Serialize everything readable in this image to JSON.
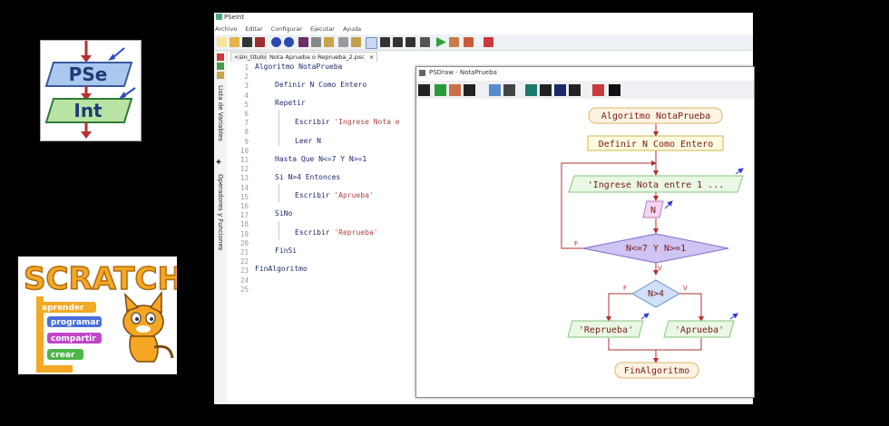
{
  "logos": {
    "pseint": {
      "line1": "PSe",
      "line2": "Int"
    },
    "scratch": {
      "title": "SCRATCH",
      "items": [
        "aprender",
        "programar",
        "compartir",
        "crear"
      ]
    }
  },
  "window": {
    "title": "PSeInt",
    "menu": [
      "Archivo",
      "Editar",
      "Configurar",
      "Ejecutar",
      "Ayuda"
    ],
    "tabs": [
      "<sin_titulo>",
      "Nota Aprueba o Reprueba_2.psc"
    ],
    "tab_close": "×",
    "side_panel": {
      "labels": "Lista de Variables",
      "operators": "Operadores y Funciones"
    }
  },
  "code": {
    "line_numbers": [
      "1",
      "2",
      "3",
      "4",
      "5",
      "6",
      "7",
      "8",
      "9",
      "10",
      "11",
      "12",
      "13",
      "14",
      "15",
      "16",
      "17",
      "18",
      "19",
      "20",
      "21",
      "22",
      "23",
      "24",
      "25"
    ],
    "lines": {
      "l1": "Algoritmo NotaPrueba",
      "l3": "Definir N Como Entero",
      "l5": "Repetir",
      "l7_kw": "Escribir",
      "l7_str": "'Ingrese Nota e",
      "l9": "Leer N",
      "l11": "Hasta Que N<=7 Y N>=1",
      "l13": "Si N>4 Entonces",
      "l15_kw": "Escribir",
      "l15_str": "'Aprueba'",
      "l17": "SiNo",
      "l19_kw": "Escribir",
      "l19_str": "'Reprueba'",
      "l21": "FinSi",
      "l23": "FinAlgoritmo"
    }
  },
  "psdraw": {
    "title": "PSDraw - NotaPrueba",
    "nodes": {
      "start": "Algoritmo NotaPrueba",
      "define": "Definir N Como Entero",
      "output": "'Ingrese Nota entre 1 ...",
      "input": "N",
      "loop_cond": "N<=7 Y N>=1",
      "if_cond": "N>4",
      "out_false": "'Reprueba'",
      "out_true": "'Aprueba'",
      "end": "FinAlgoritmo"
    },
    "labels": {
      "f1": "F",
      "v1": "V",
      "f2": "F",
      "v2": "V"
    }
  },
  "colors": {
    "terminal_fill": "#fdf3e3",
    "terminal_stroke": "#e0b36b",
    "process_fill": "#fdfbe0",
    "process_stroke": "#c9b94a",
    "io_fill": "#e8f8e4",
    "io_stroke": "#89c27d",
    "input_fill": "#f3d6f4",
    "decision_fill": "#cfc4f3",
    "decision_stroke": "#7d6bd0",
    "if_fill": "#cfe0fb",
    "arrow": "#b52f2f",
    "text": "#7a1a12"
  }
}
